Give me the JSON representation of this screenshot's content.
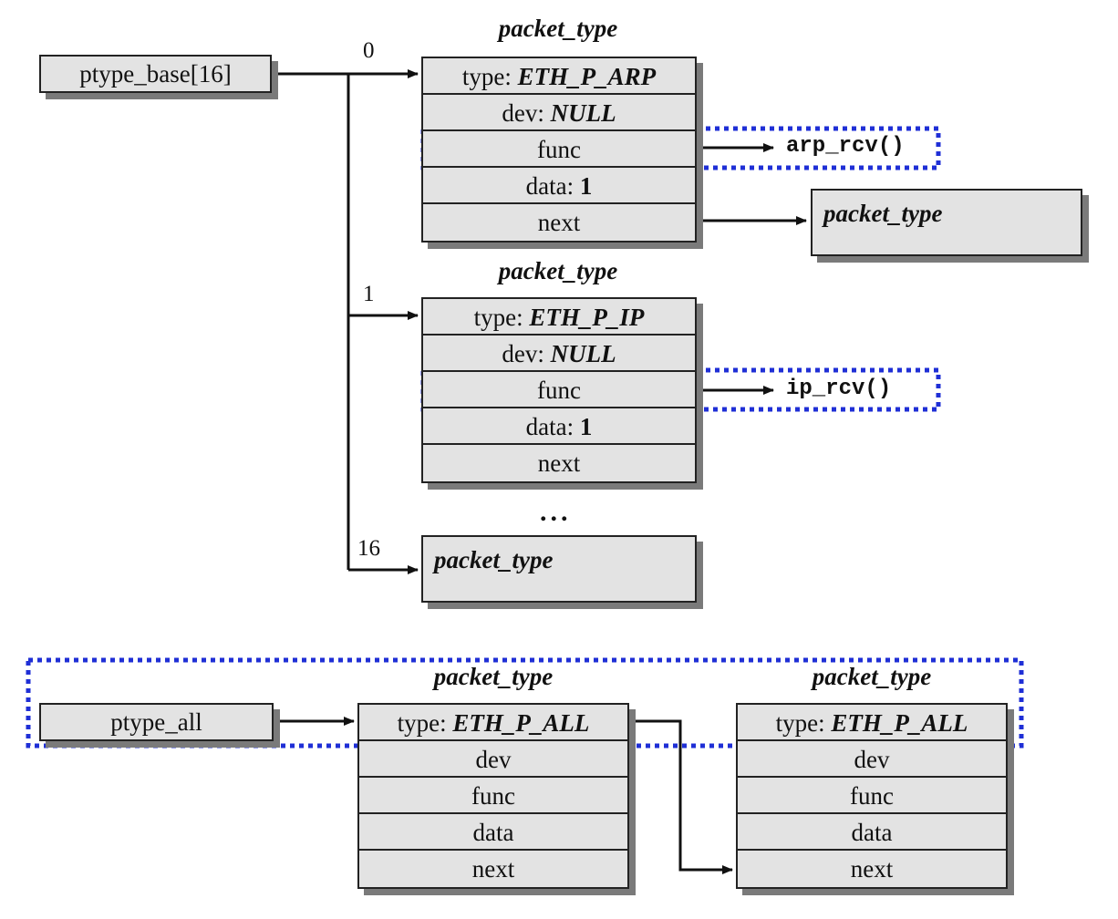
{
  "ptype_base": {
    "label": "ptype_base[16]"
  },
  "ptype_all": {
    "label": "ptype_all"
  },
  "indices": [
    "0",
    "1",
    "16"
  ],
  "struct_title": "packet_type",
  "arp_struct": {
    "type_prefix": "type: ",
    "type_value": "ETH_P_ARP",
    "dev_prefix": "dev: ",
    "dev_value": "NULL",
    "func": "func",
    "data_prefix": "data: ",
    "data_value": "1",
    "next": "next"
  },
  "ip_struct": {
    "type_prefix": "type: ",
    "type_value": "ETH_P_IP",
    "dev_prefix": "dev: ",
    "dev_value": "NULL",
    "func": "func",
    "data_prefix": "data: ",
    "data_value": "1",
    "next": "next"
  },
  "all_struct": {
    "type_prefix": "type: ",
    "type_value": "ETH_P_ALL",
    "dev": "dev",
    "func": "func",
    "data": "data",
    "next": "next"
  },
  "functions": {
    "arp": "arp_rcv()",
    "ip": "ip_rcv()"
  },
  "ellipsis": "...",
  "colors": {
    "highlight": "#1f2fd6",
    "fill": "#e3e3e3",
    "shadow": "#7a7a7a"
  }
}
